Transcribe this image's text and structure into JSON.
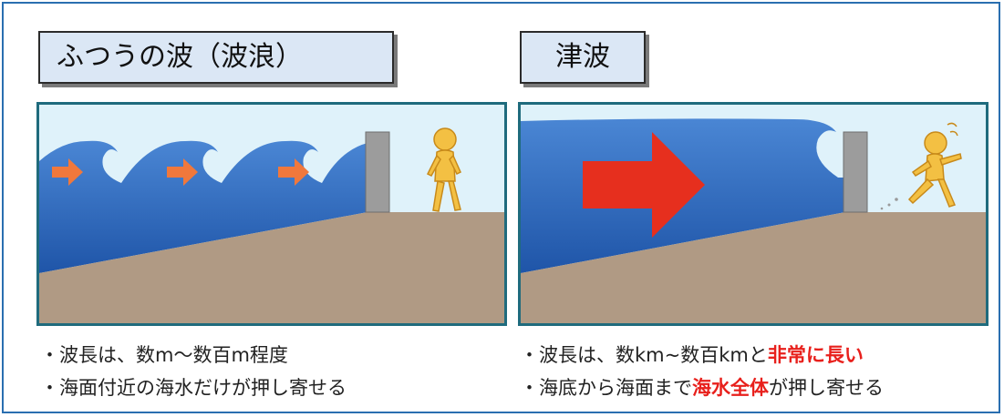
{
  "titles": {
    "ordinary": "ふつうの波（波浪）",
    "tsunami": "津波"
  },
  "ordinary": {
    "line1": "・波長は、数m〜数百m程度",
    "line2": "・海面付近の海水だけが押し寄せる"
  },
  "tsunami": {
    "line1_pre": "・波長は、数km~数百kmと",
    "line1_em": "非常に長い",
    "line2_pre": "・海底から海面まで",
    "line2_em": "海水全体",
    "line2_post": "が押し寄せる"
  },
  "colors": {
    "sky": "#dff2fa",
    "sea": "#2f6cc0",
    "seabed": "#b09a84",
    "arrow_small": "#f0783c",
    "arrow_big": "#e62f1e",
    "figure": "#f3c043",
    "wall": "#9c9c9c",
    "emphasis": "#e8201c"
  },
  "icons": [
    "arrow-right-icon",
    "person-standing-icon",
    "person-running-icon",
    "seawall-icon"
  ]
}
